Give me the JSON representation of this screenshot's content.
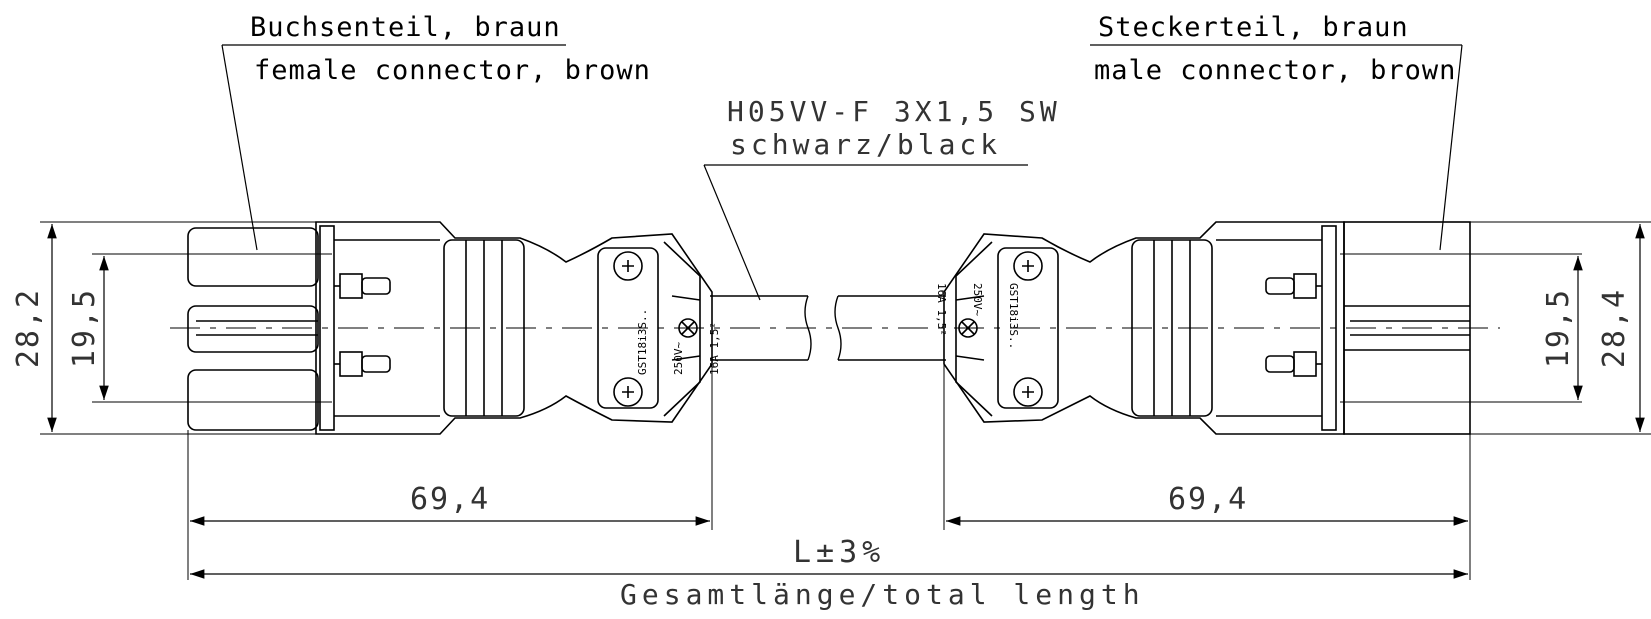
{
  "labels": {
    "female": {
      "de": "Buchsenteil, braun",
      "en": "female connector, brown"
    },
    "male": {
      "de": "Steckerteil, braun",
      "en": "male connector, brown"
    },
    "cable": {
      "type": "H05VV-F 3X1,5 SW",
      "color": "schwarz/black"
    }
  },
  "dimensions": {
    "left_height_outer": "28,2",
    "left_height_inner": "19,5",
    "right_height_inner": "19,5",
    "right_height_outer": "28,4",
    "left_length": "69,4",
    "right_length": "69,4",
    "total_length": "L±3%",
    "total_caption": "Gesamtlänge/total length"
  },
  "plates": {
    "left": [
      "GST18i3S..",
      "250V~",
      "16A 1,5²"
    ],
    "right": [
      "GST18i3S..",
      "250V~",
      "16A 1,5²"
    ]
  },
  "colors": {
    "line": "#000000",
    "dim_text": "#333333",
    "background": "#ffffff"
  }
}
